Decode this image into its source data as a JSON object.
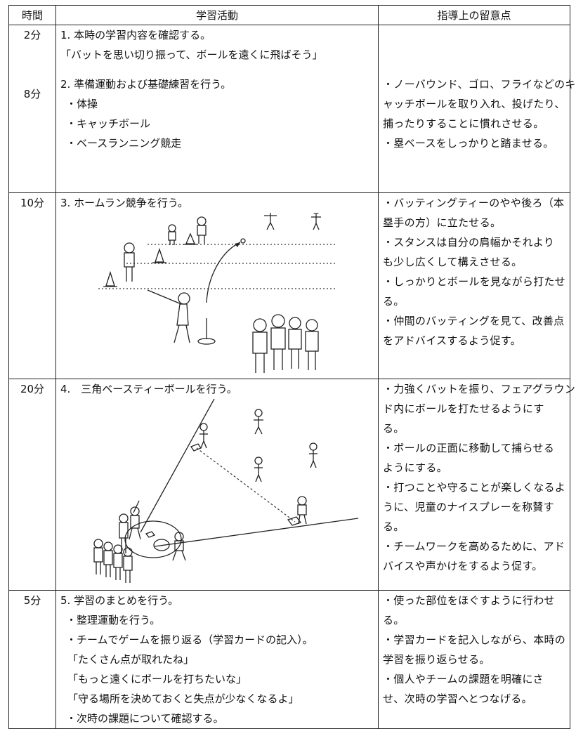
{
  "headers": {
    "time": "時間",
    "activity": "学習活動",
    "notes": "指導上の留意点"
  },
  "sections": [
    {
      "time": "2分",
      "activity": [
        "1. 本時の学習内容を確認する。",
        "「バットを思い切り振って、ボールを遠くに飛ばそう」"
      ],
      "notes": []
    },
    {
      "time": "8分",
      "activity": [
        "2. 準備運動および基礎練習を行う。",
        "・体操",
        "・キャッチボール",
        "・ベースランニング競走"
      ],
      "notes": [
        "・ノーバウンド、ゴロ、フライなどのキ",
        "ャッチボールを取り入れ、投げたり、",
        "捕ったりすることに慣れさせる。",
        "・塁ベースをしっかりと踏ませる。"
      ]
    },
    {
      "time": "10分",
      "activity": [
        "3. ホームラン競争を行う。"
      ],
      "notes": [
        "・バッティングティーのやや後ろ（本",
        "塁手の方）に立たせる。",
        "・スタンスは自分の肩幅かそれより",
        "も少し広くして構えさせる。",
        "・しっかりとボールを見ながら打たせ",
        "る。",
        "・仲間のバッティングを見て、改善点",
        "をアドバイスするよう促す。"
      ]
    },
    {
      "time": "20分",
      "activity": [
        "4.　三角ベースティーボールを行う。"
      ],
      "notes": [
        "・力強くバットを振り、フェアグラウン",
        "ド内にボールを打たせるようにす",
        "る。",
        "・ボールの正面に移動して捕らせる",
        "ようにする。",
        "・打つことや守ることが楽しくなるよ",
        "うに、児童のナイスプレーを称賛す",
        "る。",
        "・チームワークを高めるために、アド",
        "バイスや声かけをするよう促す。"
      ]
    },
    {
      "time": "5分",
      "activity": [
        "5. 学習のまとめを行う。",
        "・整理運動を行う。",
        "・チームでゲームを振り返る（学習カードの記入）。",
        "「たくさん点が取れたね」",
        "「もっと遠くにボールを打ちたいな」",
        "「守る場所を決めておくと失点が少なくなるよ」",
        "・次時の課題について確認する。"
      ],
      "notes": [
        "・使った部位をほぐすように行わせ",
        "る。",
        "・学習カードを記入しながら、本時の",
        "学習を振り返らせる。",
        "・個人やチームの課題を明確にさ",
        "せ、次時の学習へとつなげる。"
      ]
    }
  ]
}
